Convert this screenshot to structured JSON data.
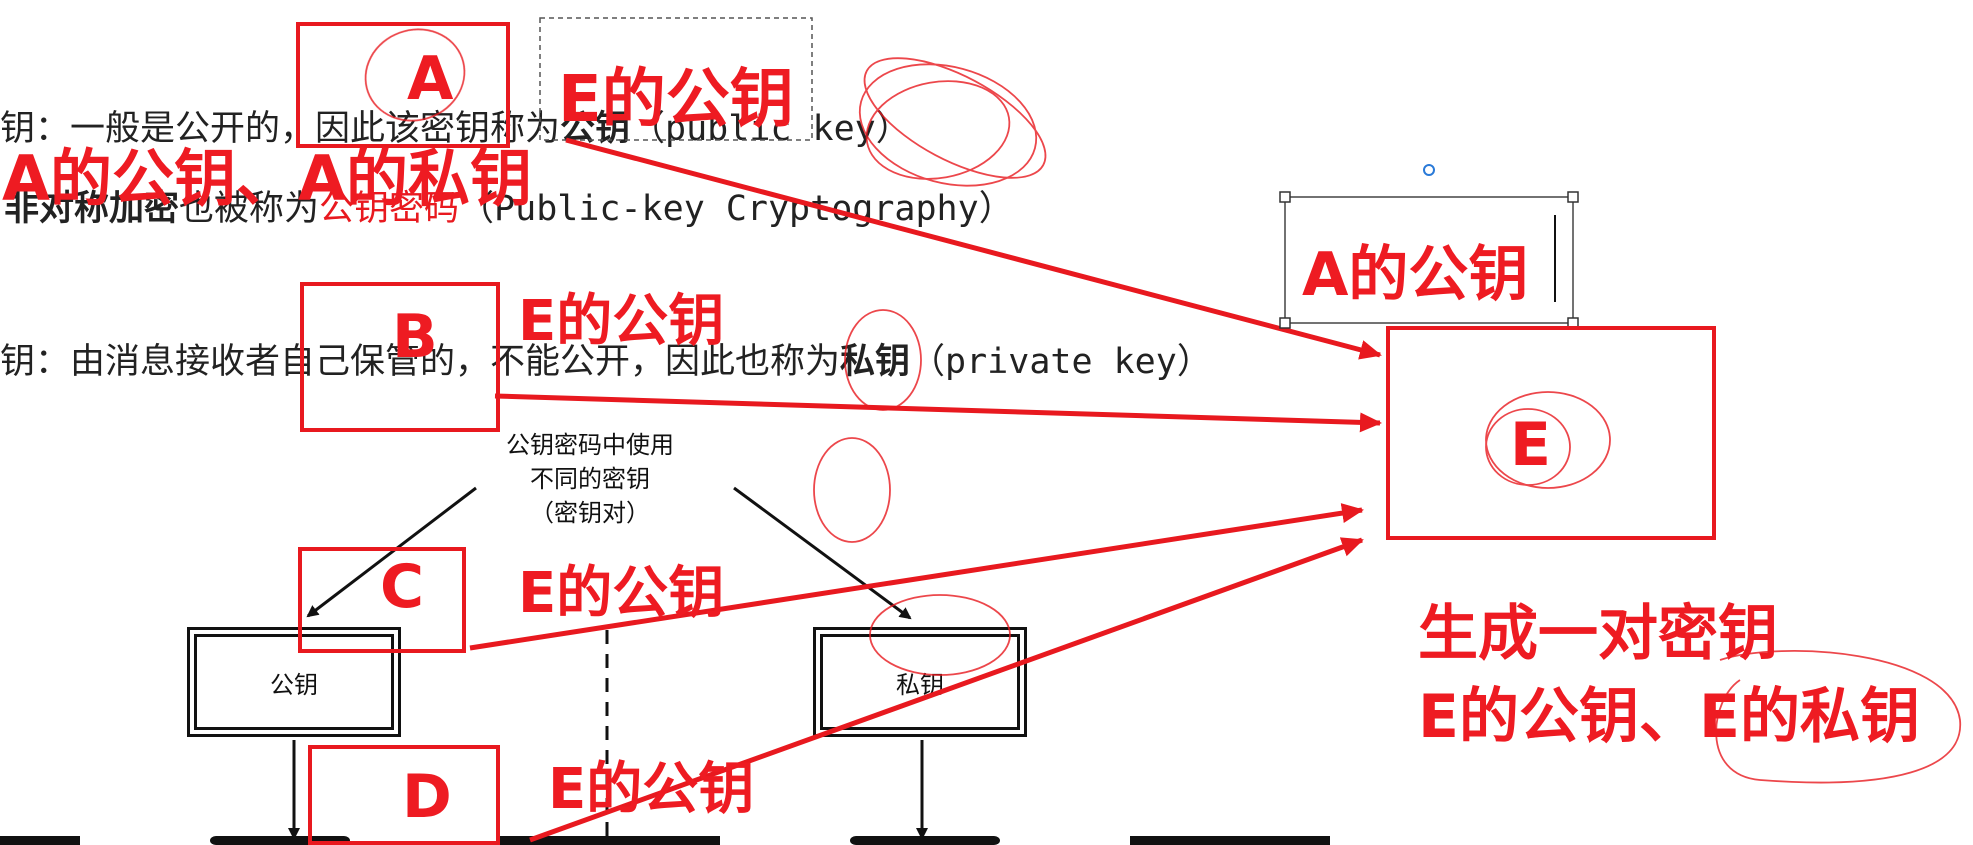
{
  "doc": {
    "line1_prefix": "钥：一般是公开的，因此该密钥称为",
    "line1_bold": "公钥",
    "line1_paren": "（public key）",
    "line2_bold": "非对称加密",
    "line2_mid": "也被称为",
    "line2_red": "公钥密码",
    "line2_paren": "（Public-key Cryptography）",
    "line3_prefix": "钥：由消息接收者自己保管的，不能公开，因此也称为",
    "line3_bold": "私钥",
    "line3_paren": "（private key）"
  },
  "diagram": {
    "caption_lines": [
      "公钥密码中使用",
      "不同的密钥",
      "（密钥对）"
    ],
    "public_key_label": "公钥",
    "private_key_label": "私钥"
  },
  "annotations": {
    "box_a": "A",
    "box_b": "B",
    "box_c": "C",
    "box_d": "D",
    "box_e": "E",
    "a_keys": "A的公钥、A的私钥",
    "e_pub_top": "E的公钥",
    "e_pub_b": "E的公钥",
    "e_pub_c": "E的公钥",
    "e_pub_d": "E的公钥",
    "a_pub_textbox": "A的公钥",
    "gen_line1": "生成一对密钥",
    "gen_line2": "E的公钥、E的私钥"
  },
  "colors": {
    "annotation_red": "#ee1b22",
    "text_dark": "#222222"
  }
}
